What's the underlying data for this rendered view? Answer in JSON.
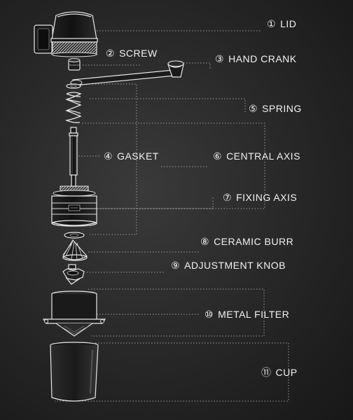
{
  "labels": {
    "lid": {
      "num": "①",
      "text": "LID"
    },
    "screw": {
      "num": "②",
      "text": "SCREW"
    },
    "hand_crank": {
      "num": "③",
      "text": "HAND CRANK"
    },
    "gasket": {
      "num": "④",
      "text": "GASKET"
    },
    "spring": {
      "num": "⑤",
      "text": "SPRING"
    },
    "central_axis": {
      "num": "⑥",
      "text": "CENTRAL AXIS"
    },
    "fixing_axis": {
      "num": "⑦",
      "text": "FIXING AXIS"
    },
    "ceramic_burr": {
      "num": "⑧",
      "text": "CERAMIC BURR"
    },
    "adjustment_knob": {
      "num": "⑨",
      "text": "ADJUSTMENT KNOB"
    },
    "metal_filter": {
      "num": "⑩",
      "text": "METAL FILTER"
    },
    "cup": {
      "num": "⑪",
      "text": "CUP"
    }
  }
}
